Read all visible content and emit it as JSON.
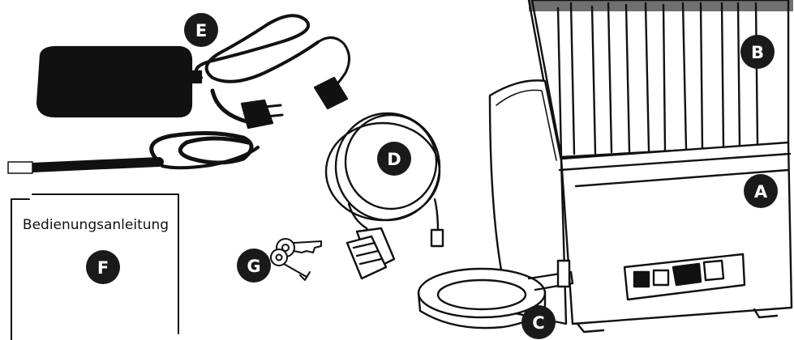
{
  "colors": {
    "line": "#111111",
    "badge": "#1a1a1a",
    "badge_text": "#ffffff",
    "background": "#ffffff"
  },
  "labels": {
    "A": "A",
    "B": "B",
    "C": "C",
    "D": "D",
    "E": "E",
    "F": "F",
    "G": "G"
  },
  "manual": {
    "title": "Bedienungsanleitung"
  }
}
